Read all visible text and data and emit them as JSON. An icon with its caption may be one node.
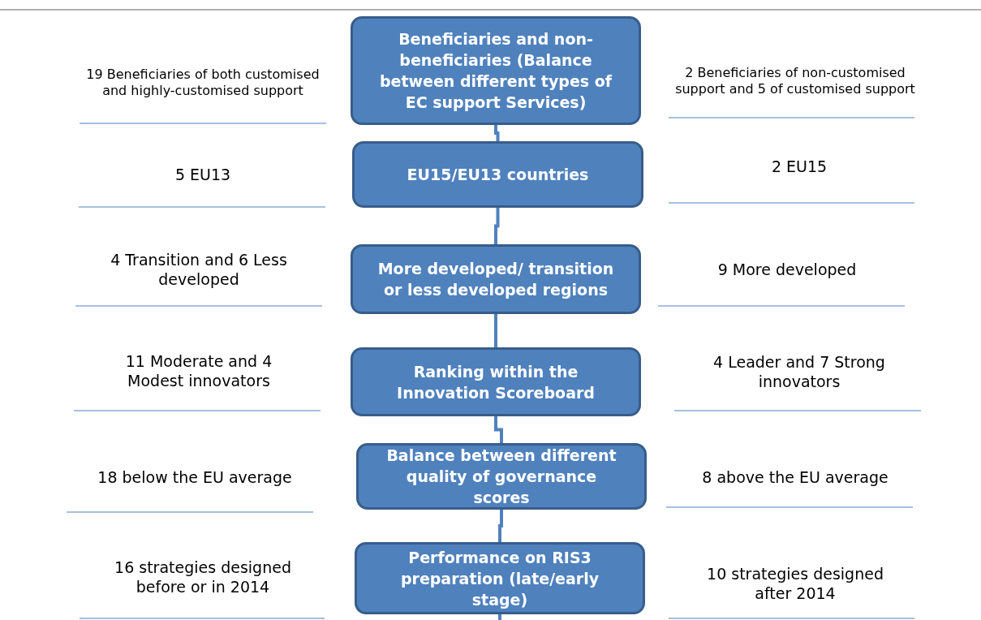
{
  "diagram": {
    "nodes": [
      {
        "text": [
          "Beneficiaries and non-beneficiaries (Balance between different types of EC support Services)"
        ]
      },
      {
        "text": [
          "EU15/EU13 countries"
        ]
      },
      {
        "text": [
          "More developed/ transition or less developed regions"
        ]
      },
      {
        "text": [
          "Ranking within the Innovation Scoreboard"
        ]
      },
      {
        "text": [
          "Balance between different quality of governance scores"
        ]
      },
      {
        "text": [
          "Performance on RIS3 preparation (late/early stage)"
        ]
      }
    ],
    "edges": [
      {
        "from": 0,
        "to": 1,
        "arrow": "none"
      },
      {
        "from": 1,
        "to": 2,
        "arrow": "none"
      },
      {
        "from": 2,
        "to": 3,
        "arrow": "none"
      },
      {
        "from": 3,
        "to": 4,
        "arrow": "none"
      },
      {
        "from": 4,
        "to": 5,
        "arrow": "none"
      },
      {
        "from": 5,
        "to": null,
        "arrow": "none"
      }
    ],
    "labels": [
      "19 Beneficiaries of both customised and highly-customised support",
      "2 Beneficiaries of non-customised support and 5 of customised support",
      "5 EU13",
      "2 EU15",
      "4 Transition and 6 Less developed",
      "9 More developed",
      "11 Moderate and 4 Modest innovators",
      "4 Leader and 7 Strong innovators",
      "18 below the EU average",
      "8 above the EU average",
      "16 strategies designed before or in 2014",
      "10 strategies designed after 2014"
    ]
  }
}
